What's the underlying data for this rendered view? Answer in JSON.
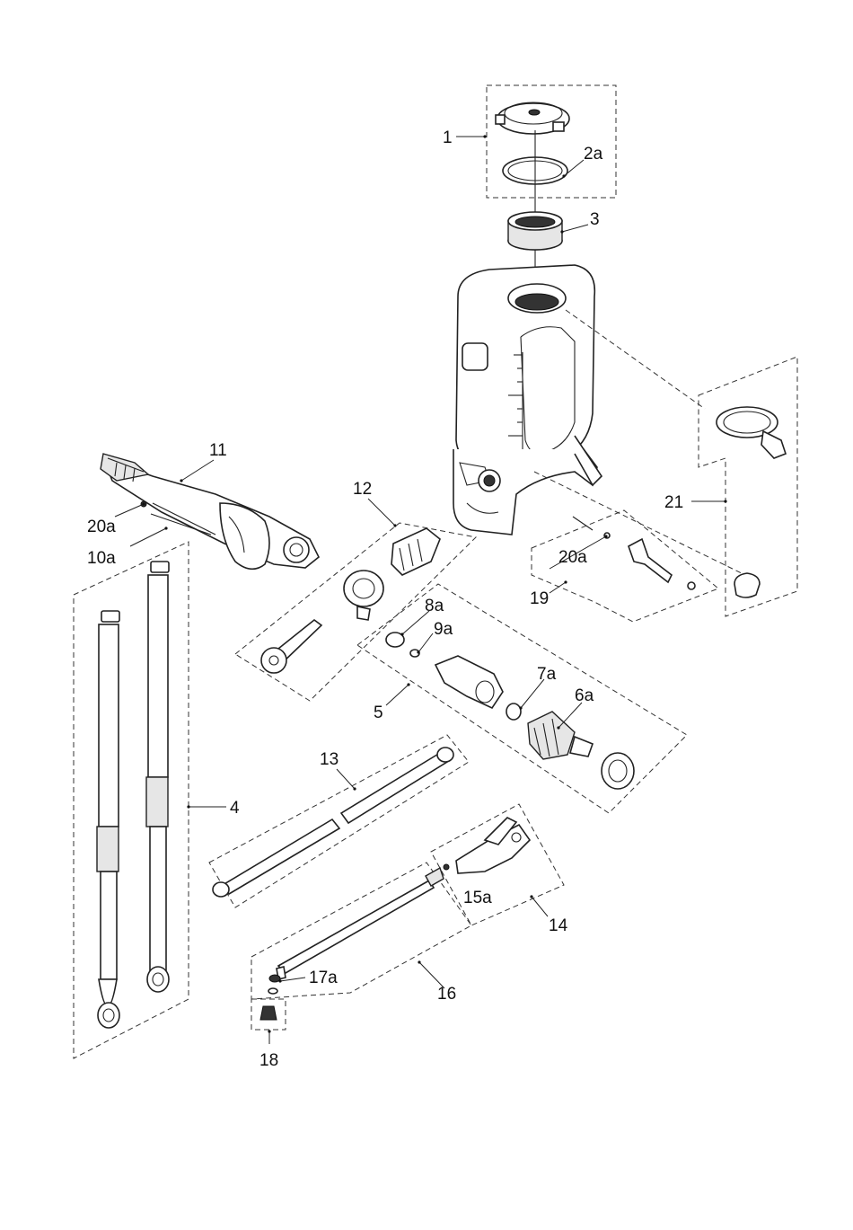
{
  "callouts": {
    "c1": "1",
    "c2a": "2a",
    "c3": "3",
    "c4": "4",
    "c5": "5",
    "c6a": "6a",
    "c7a": "7a",
    "c8a": "8a",
    "c9a": "9a",
    "c10a": "10a",
    "c11": "11",
    "c12": "12",
    "c13": "13",
    "c14": "14",
    "c15a": "15a",
    "c16": "16",
    "c17a": "17a",
    "c18": "18",
    "c19": "19",
    "c20a_left": "20a",
    "c20a_right": "20a",
    "c21": "21"
  }
}
